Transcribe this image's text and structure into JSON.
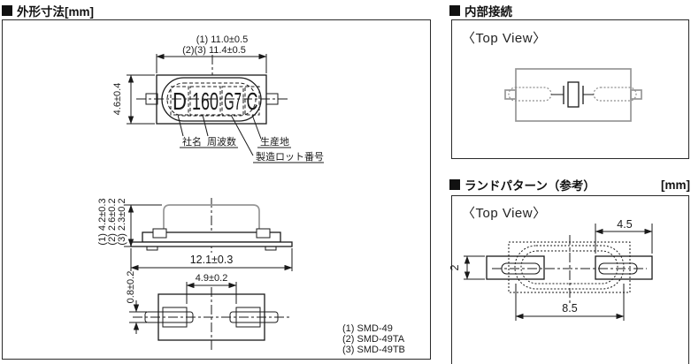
{
  "page": {
    "background": "#ffffff",
    "line_color": "#1a1a1a",
    "gray_color": "#969696"
  },
  "outline_section": {
    "title": "外形寸法[mm]",
    "top_view": {
      "dim_width_line1": "(1) 11.0±0.5",
      "dim_width_line2": "(2)(3) 11.4±0.5",
      "dim_height": "4.6±0.4",
      "marking": [
        "D",
        "160",
        "G7",
        "C"
      ],
      "labels": {
        "company": "社名",
        "frequency": "周波数",
        "origin": "生産地",
        "lot": "製造ロット番号"
      }
    },
    "side_view": {
      "dim_heights": [
        "(1) 4.2±0.3",
        "(2) 2.6±0.2",
        "(3) 2.3±0.2"
      ],
      "dim_width": "12.1±0.3"
    },
    "bottom_view": {
      "dim_lead_span": "4.9±0.2",
      "dim_lead_height": "0.8±0.2"
    },
    "notes": [
      "(1) SMD-49",
      "(2) SMD-49TA",
      "(3) SMD-49TB"
    ]
  },
  "internal_section": {
    "title": "内部接続",
    "view_label": "〈Top View〉"
  },
  "land_section": {
    "title": "ランドパターン（参考）",
    "unit": "[mm]",
    "view_label": "〈Top View〉",
    "dims": {
      "pad_width": "4.5",
      "pad_pitch": "8.5",
      "pad_height": "2"
    }
  }
}
